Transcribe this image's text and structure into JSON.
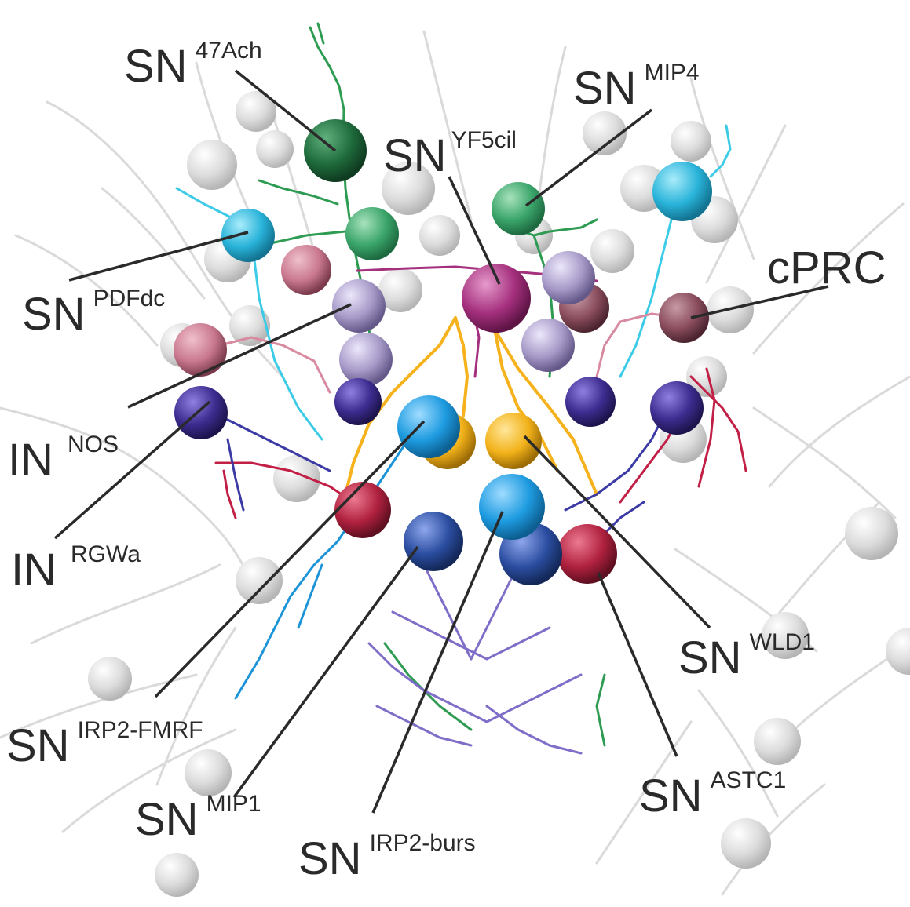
{
  "colors": {
    "background": "#ffffff",
    "grey_neuron": "#d9d9d9",
    "leader_line": "#2a2a2a",
    "label_text": "#2a2a2a",
    "green_dark": "#1f6b3c",
    "green_light": "#3aa56a",
    "cyan": "#29b3d9",
    "sky_blue": "#1e9be0",
    "magenta": "#a5307e",
    "pink": "#c9788f",
    "lavender": "#a79ac8",
    "indigo": "#3c2c8f",
    "crimson": "#b0213f",
    "gold": "#f2b21a",
    "navy": "#2b4da0",
    "violet_projection": "#6a58b5"
  },
  "labels": [
    {
      "id": "sn-47ach",
      "main": "SN",
      "sup": "47Ach"
    },
    {
      "id": "sn-mip4",
      "main": "SN",
      "sup": "MIP4"
    },
    {
      "id": "sn-yf5cil",
      "main": "SN",
      "sup": "YF5cil"
    },
    {
      "id": "cprc",
      "main": "cPRC",
      "sup": ""
    },
    {
      "id": "sn-pdfdc",
      "main": "SN",
      "sup": "PDFdc"
    },
    {
      "id": "in-nos",
      "main": "IN",
      "sup": "NOS"
    },
    {
      "id": "in-rgwa",
      "main": "IN",
      "sup": "RGWa"
    },
    {
      "id": "sn-wld1",
      "main": "SN",
      "sup": "WLD1"
    },
    {
      "id": "sn-irp2-fmrf",
      "main": "SN",
      "sup": "IRP2-FMRF"
    },
    {
      "id": "sn-astc1",
      "main": "SN",
      "sup": "ASTC1"
    },
    {
      "id": "sn-mip1",
      "main": "SN",
      "sup": "MIP1"
    },
    {
      "id": "sn-irp2-burs",
      "main": "SN",
      "sup": "IRP2-burs"
    }
  ]
}
